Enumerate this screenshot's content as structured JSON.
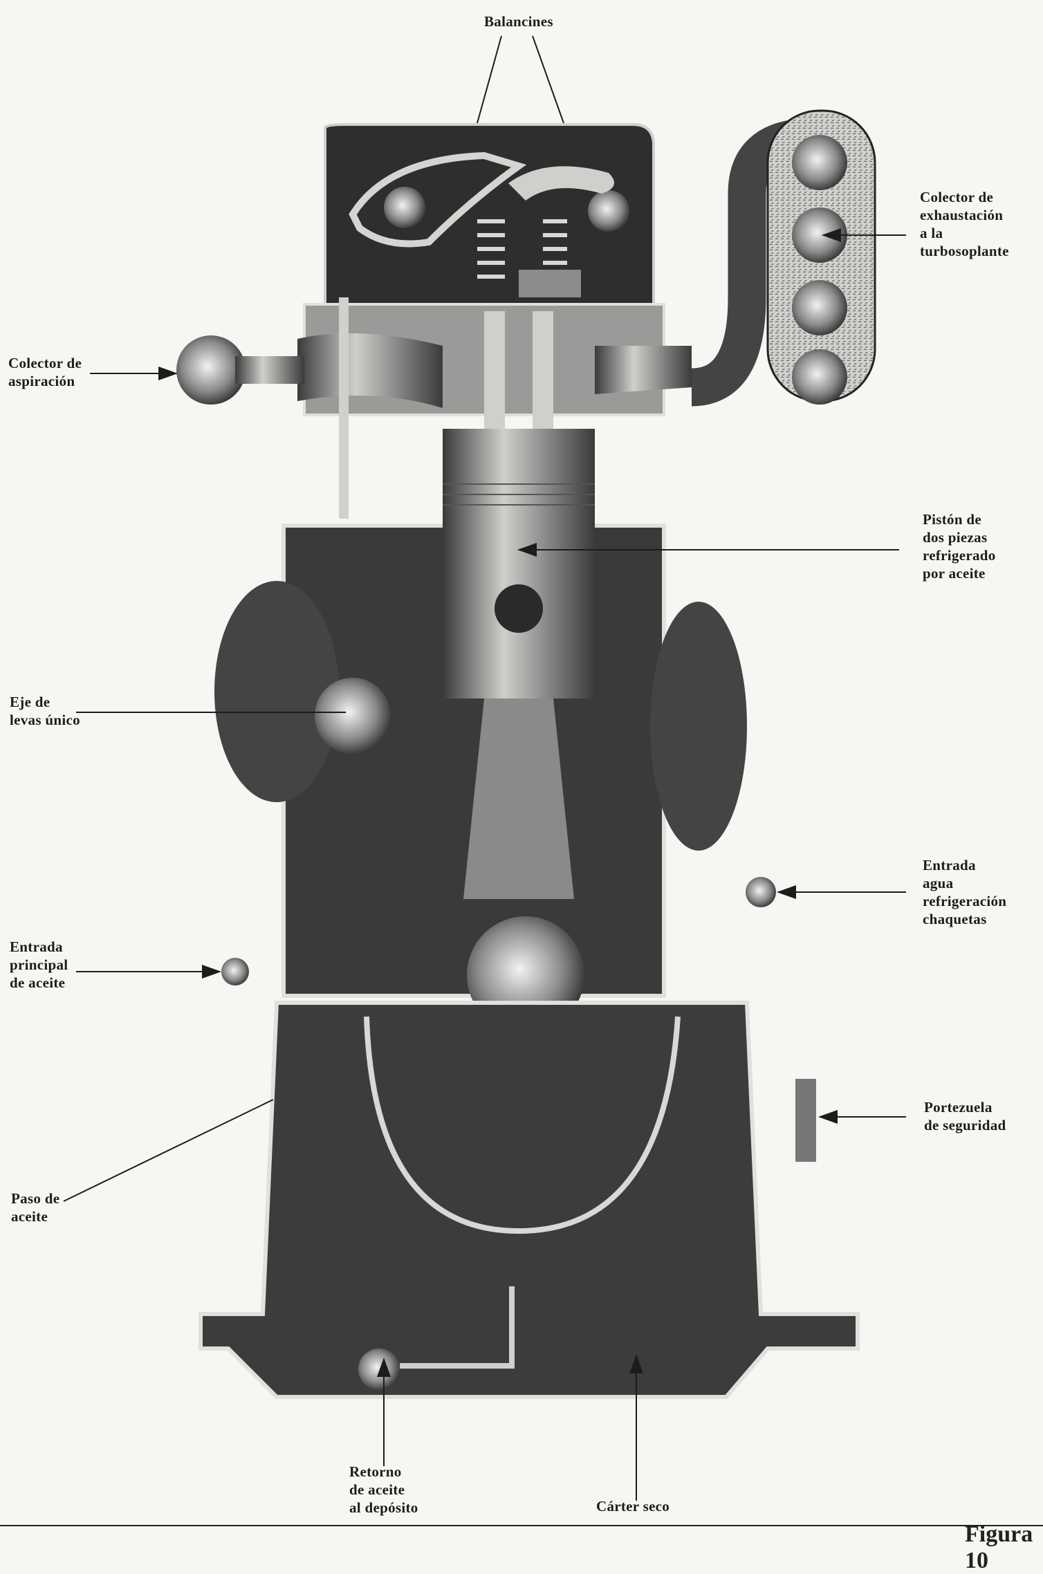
{
  "labels": {
    "balancines": "Balancines",
    "colector_exhaustacion": "Colector de\nexhaustación\na la\nturbosoplante",
    "colector_aspiracion": "Colector de\naspiración",
    "piston": "Pistón de\ndos piezas\nrefrigerado\npor aceite",
    "eje_levas": "Eje de\nlevas único",
    "entrada_agua": "Entrada\nagua\nrefrigeración\nchaquetas",
    "entrada_aceite": "Entrada\nprincipal\nde aceite",
    "portezuela": "Portezuela\nde seguridad",
    "paso_aceite": "Paso de\naceite",
    "retorno_aceite": "Retorno\nde aceite\nal depósito",
    "carter_seco": "Cárter seco"
  },
  "caption": "Figura 10",
  "colors": {
    "ink": "#1c1c1c",
    "dark": "#2a2a2a",
    "mid": "#6b6b6b",
    "light": "#d9d9d6",
    "paper": "#f7f6f3"
  }
}
